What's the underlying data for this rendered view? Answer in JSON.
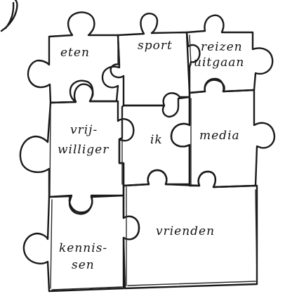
{
  "pieces": {
    "eten": "eten",
    "sport": "sport",
    "reizen_line1": "reizen",
    "reizen_line2": "uitgaan",
    "vrij_line1": "vrij-",
    "vrij_line2": "williger",
    "ik": "ik",
    "media": "media",
    "kennis_line1": "kennis-",
    "kennis_line2": "sen",
    "vrienden": "vrienden"
  }
}
